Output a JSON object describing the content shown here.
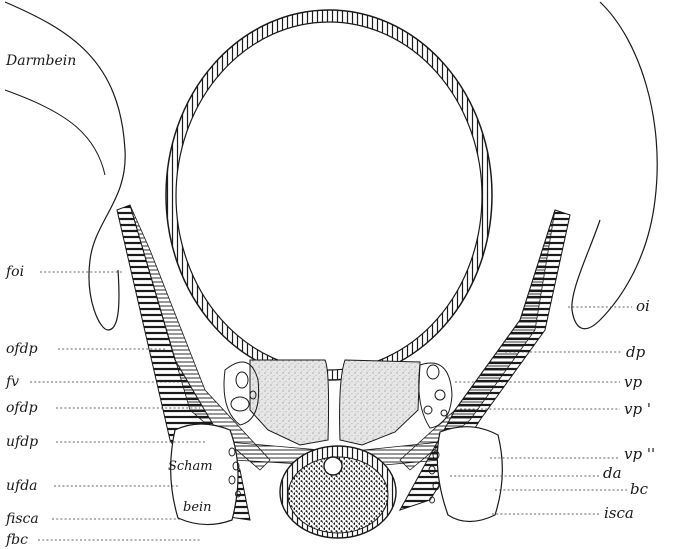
{
  "labels": {
    "darmbein": "Darmbein",
    "schambein_top": "Scham",
    "schambein_bottom": "bein",
    "left": {
      "foi": "foi",
      "ofdp_1": "ofdp",
      "fv": "fv",
      "ofdp_2": "ofdp",
      "ufdp": "ufdp",
      "ufda": "ufda",
      "fisca": "fisca",
      "fbc": "fbc"
    },
    "right": {
      "oi": "oi",
      "dp": "dp",
      "vp": "vp",
      "vp_prime": "vp '",
      "vp_double": "vp ''",
      "da": "da",
      "bc": "bc",
      "isca": "isca"
    }
  },
  "colors": {
    "ink": "#1a1a1a",
    "paper": "#ffffff",
    "stipple": "#d9d9d9"
  }
}
